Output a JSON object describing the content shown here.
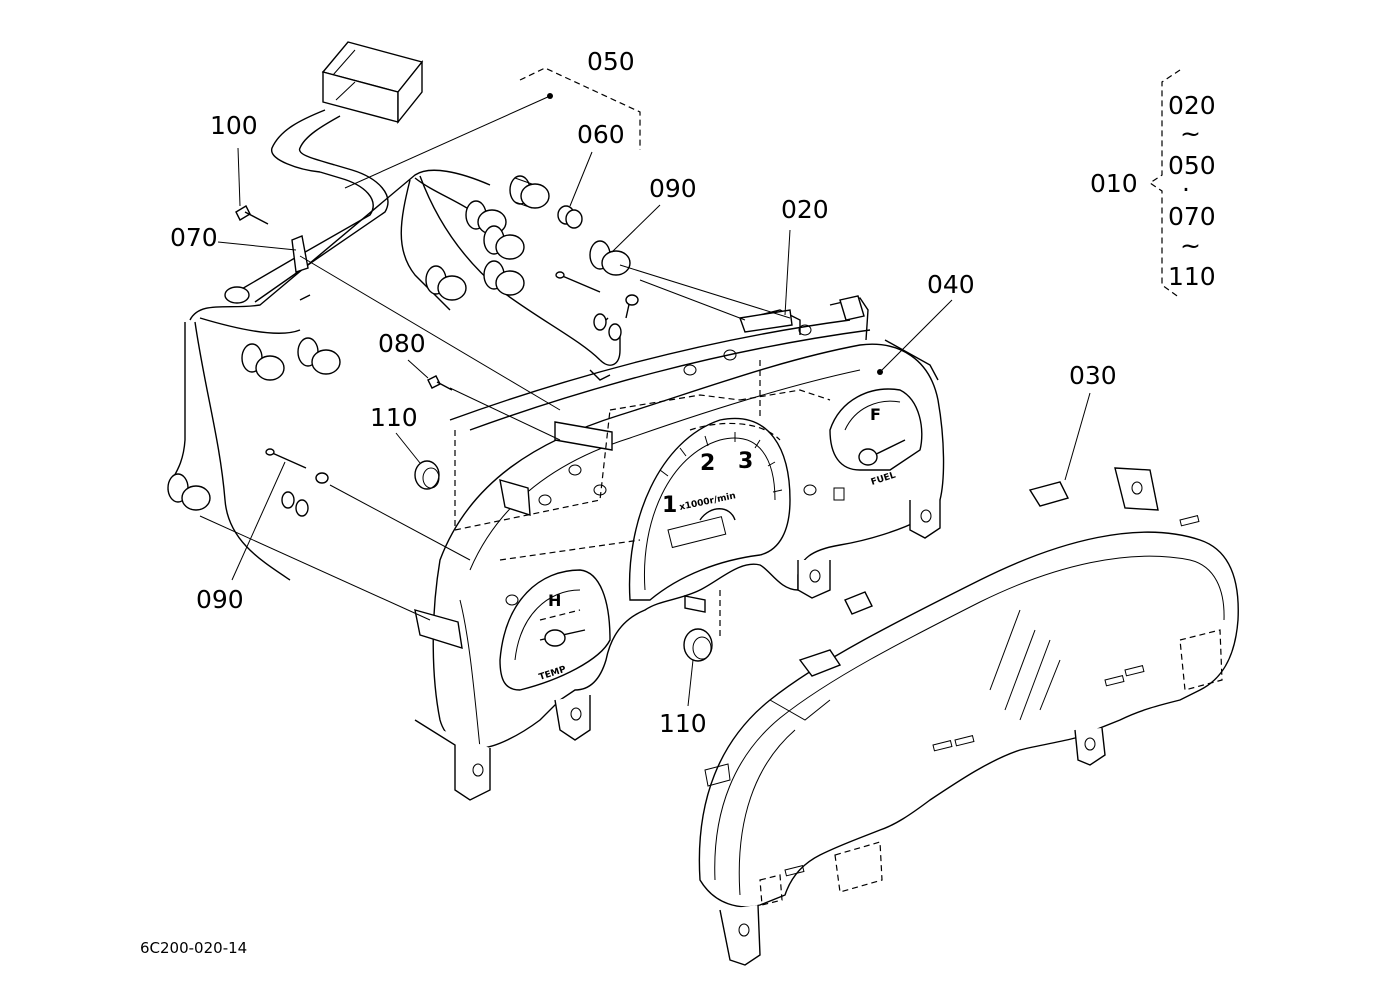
{
  "callouts": {
    "c050": "050",
    "c060": "060",
    "c100": "100",
    "c090a": "090",
    "c020": "020",
    "c070": "070",
    "c040": "040",
    "c080": "080",
    "c110a": "110",
    "c030": "030",
    "c090b": "090",
    "c110b": "110"
  },
  "legend": {
    "parent": "010",
    "items": [
      "020",
      "~",
      "050",
      "·",
      "070",
      "~",
      "110"
    ]
  },
  "dial_text": {
    "temp": "TEMP",
    "fuel": "FUEL",
    "rpm_unit": "x1000r/min",
    "temp_hot": "H",
    "fuel_full": "F"
  },
  "drawing_number": "6C200-020-14"
}
